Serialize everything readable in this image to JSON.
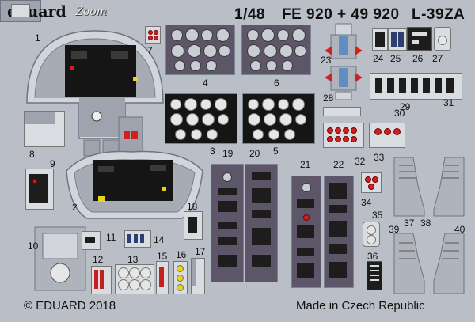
{
  "brand": {
    "logo": "eduard",
    "zoom": "Zoom"
  },
  "header": {
    "scale": "1/48",
    "codes": "FE 920 + 49 920",
    "model": "L-39ZA"
  },
  "footer": {
    "copyright": "© EDUARD 2018",
    "origin": "Made in Czech Republic"
  },
  "part_numbers": {
    "p1": "1",
    "p2": "2",
    "p3": "3",
    "p4": "4",
    "p5": "5",
    "p6": "6",
    "p7": "7",
    "p8": "8",
    "p9": "9",
    "p10": "10",
    "p11": "11",
    "p12": "12",
    "p13": "13",
    "p14": "14",
    "p15": "15",
    "p16": "16",
    "p17": "17",
    "p18": "18",
    "p19": "19",
    "p20": "20",
    "p21": "21",
    "p22": "22",
    "p23": "23",
    "p24": "24",
    "p25": "25",
    "p26": "26",
    "p27": "27",
    "p28": "28",
    "p29": "29",
    "p30": "30",
    "p31": "31",
    "p32": "32",
    "p33": "33",
    "p34": "34",
    "p35": "35",
    "p36": "36",
    "p37": "37",
    "p38": "38",
    "p39": "39",
    "p40": "40"
  },
  "colors": {
    "fret": "#b9bec7",
    "panel_purple": "#5d5568",
    "panel_black": "#151515",
    "accent_red": "#d22020",
    "accent_yellow": "#e8d21a"
  }
}
